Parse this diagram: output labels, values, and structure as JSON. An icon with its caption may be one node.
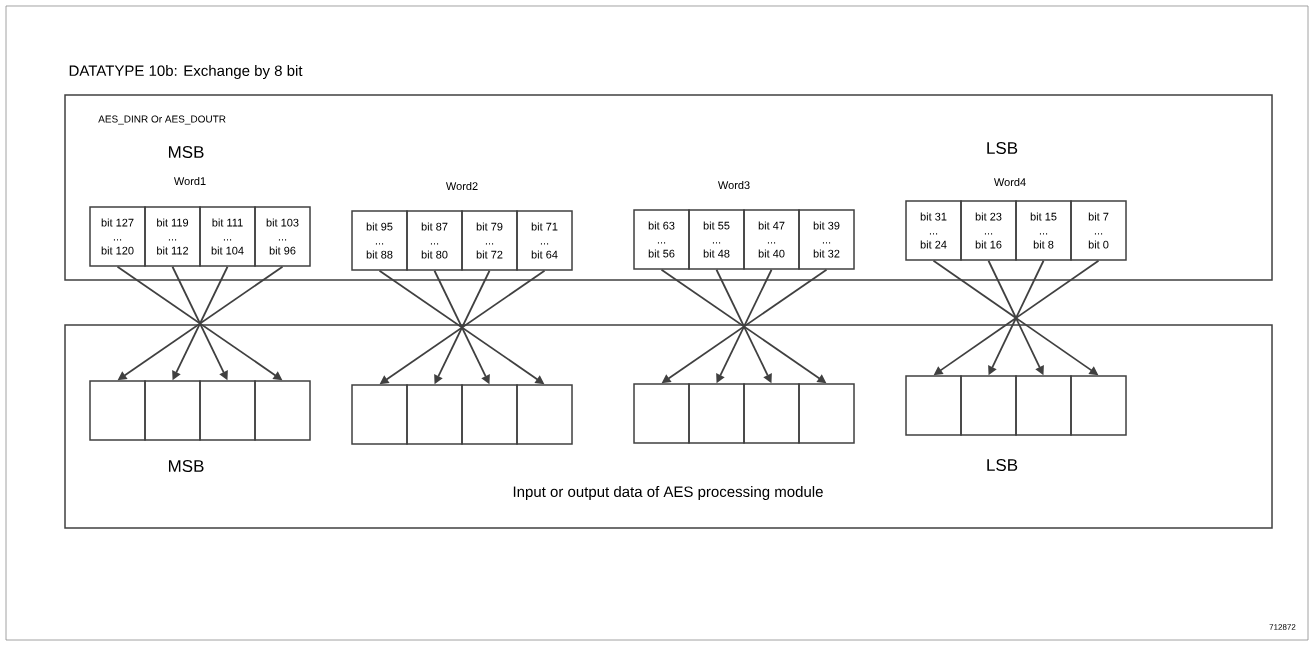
{
  "diagram": {
    "title": "DATATYPE 10b: Exchange by 8 bit",
    "nodes": [
      {
        "text": [
          "AES_DINR Or AES_DOUTR"
        ]
      },
      {
        "text": [
          "Input or output data of AES processing module"
        ]
      },
      {
        "text": [
          "bit 127",
          "...",
          "bit 120"
        ],
        "in": 0
      },
      {
        "text": [
          "bit 119",
          "...",
          "bit 112"
        ],
        "in": 0
      },
      {
        "text": [
          "bit 111",
          "...",
          "bit 104"
        ],
        "in": 0
      },
      {
        "text": [
          "bit 103",
          "...",
          "bit 96"
        ],
        "in": 0
      },
      {
        "text": [
          "bit 95",
          "...",
          "bit 88"
        ],
        "in": 0
      },
      {
        "text": [
          "bit 87",
          "...",
          "bit 80"
        ],
        "in": 0
      },
      {
        "text": [
          "bit 79",
          "...",
          "bit 72"
        ],
        "in": 0
      },
      {
        "text": [
          "bit 71",
          "...",
          "bit 64"
        ],
        "in": 0
      },
      {
        "text": [
          "bit 63",
          "...",
          "bit 56"
        ],
        "in": 0
      },
      {
        "text": [
          "bit 55",
          "...",
          "bit 48"
        ],
        "in": 0
      },
      {
        "text": [
          "bit 47",
          "...",
          "bit 40"
        ],
        "in": 0
      },
      {
        "text": [
          "bit 39",
          "...",
          "bit 32"
        ],
        "in": 0
      },
      {
        "text": [
          "bit 31",
          "...",
          "bit 24"
        ],
        "in": 0
      },
      {
        "text": [
          "bit 23",
          "...",
          "bit 16"
        ],
        "in": 0
      },
      {
        "text": [
          "bit 15",
          "...",
          "bit 8"
        ],
        "in": 0
      },
      {
        "text": [
          "bit 7",
          "...",
          "bit 0"
        ],
        "in": 0
      },
      {
        "text": [],
        "shape": "box",
        "in": 1
      },
      {
        "text": [],
        "shape": "box",
        "in": 1
      },
      {
        "text": [],
        "shape": "box",
        "in": 1
      },
      {
        "text": [],
        "shape": "box",
        "in": 1
      },
      {
        "text": [],
        "shape": "box",
        "in": 1
      },
      {
        "text": [],
        "shape": "box",
        "in": 1
      },
      {
        "text": [],
        "shape": "box",
        "in": 1
      },
      {
        "text": [],
        "shape": "box",
        "in": 1
      },
      {
        "text": [],
        "shape": "box",
        "in": 1
      },
      {
        "text": [],
        "shape": "box",
        "in": 1
      },
      {
        "text": [],
        "shape": "box",
        "in": 1
      },
      {
        "text": [],
        "shape": "box",
        "in": 1
      },
      {
        "text": [],
        "shape": "box",
        "in": 1
      },
      {
        "text": [],
        "shape": "box",
        "in": 1
      },
      {
        "text": [],
        "shape": "box",
        "in": 1
      },
      {
        "text": [],
        "shape": "box",
        "in": 1
      }
    ],
    "edges": [
      {
        "from": 2,
        "to": 21,
        "arrow": "to"
      },
      {
        "from": 3,
        "to": 20,
        "arrow": "to"
      },
      {
        "from": 4,
        "to": 19,
        "arrow": "to"
      },
      {
        "from": 5,
        "to": 18,
        "arrow": "to"
      },
      {
        "from": 6,
        "to": 25,
        "arrow": "to"
      },
      {
        "from": 7,
        "to": 24,
        "arrow": "to"
      },
      {
        "from": 8,
        "to": 23,
        "arrow": "to"
      },
      {
        "from": 9,
        "to": 22,
        "arrow": "to"
      },
      {
        "from": 10,
        "to": 29,
        "arrow": "to"
      },
      {
        "from": 11,
        "to": 28,
        "arrow": "to"
      },
      {
        "from": 12,
        "to": 27,
        "arrow": "to"
      },
      {
        "from": 13,
        "to": 26,
        "arrow": "to"
      },
      {
        "from": 14,
        "to": 33,
        "arrow": "to"
      },
      {
        "from": 15,
        "to": 32,
        "arrow": "to"
      },
      {
        "from": 16,
        "to": 31,
        "arrow": "to"
      },
      {
        "from": 17,
        "to": 30,
        "arrow": "to"
      }
    ],
    "labels": [
      "MSB",
      "LSB",
      "Word1",
      "Word2",
      "Word3",
      "Word4",
      "MSB",
      "LSB",
      "712872"
    ]
  }
}
